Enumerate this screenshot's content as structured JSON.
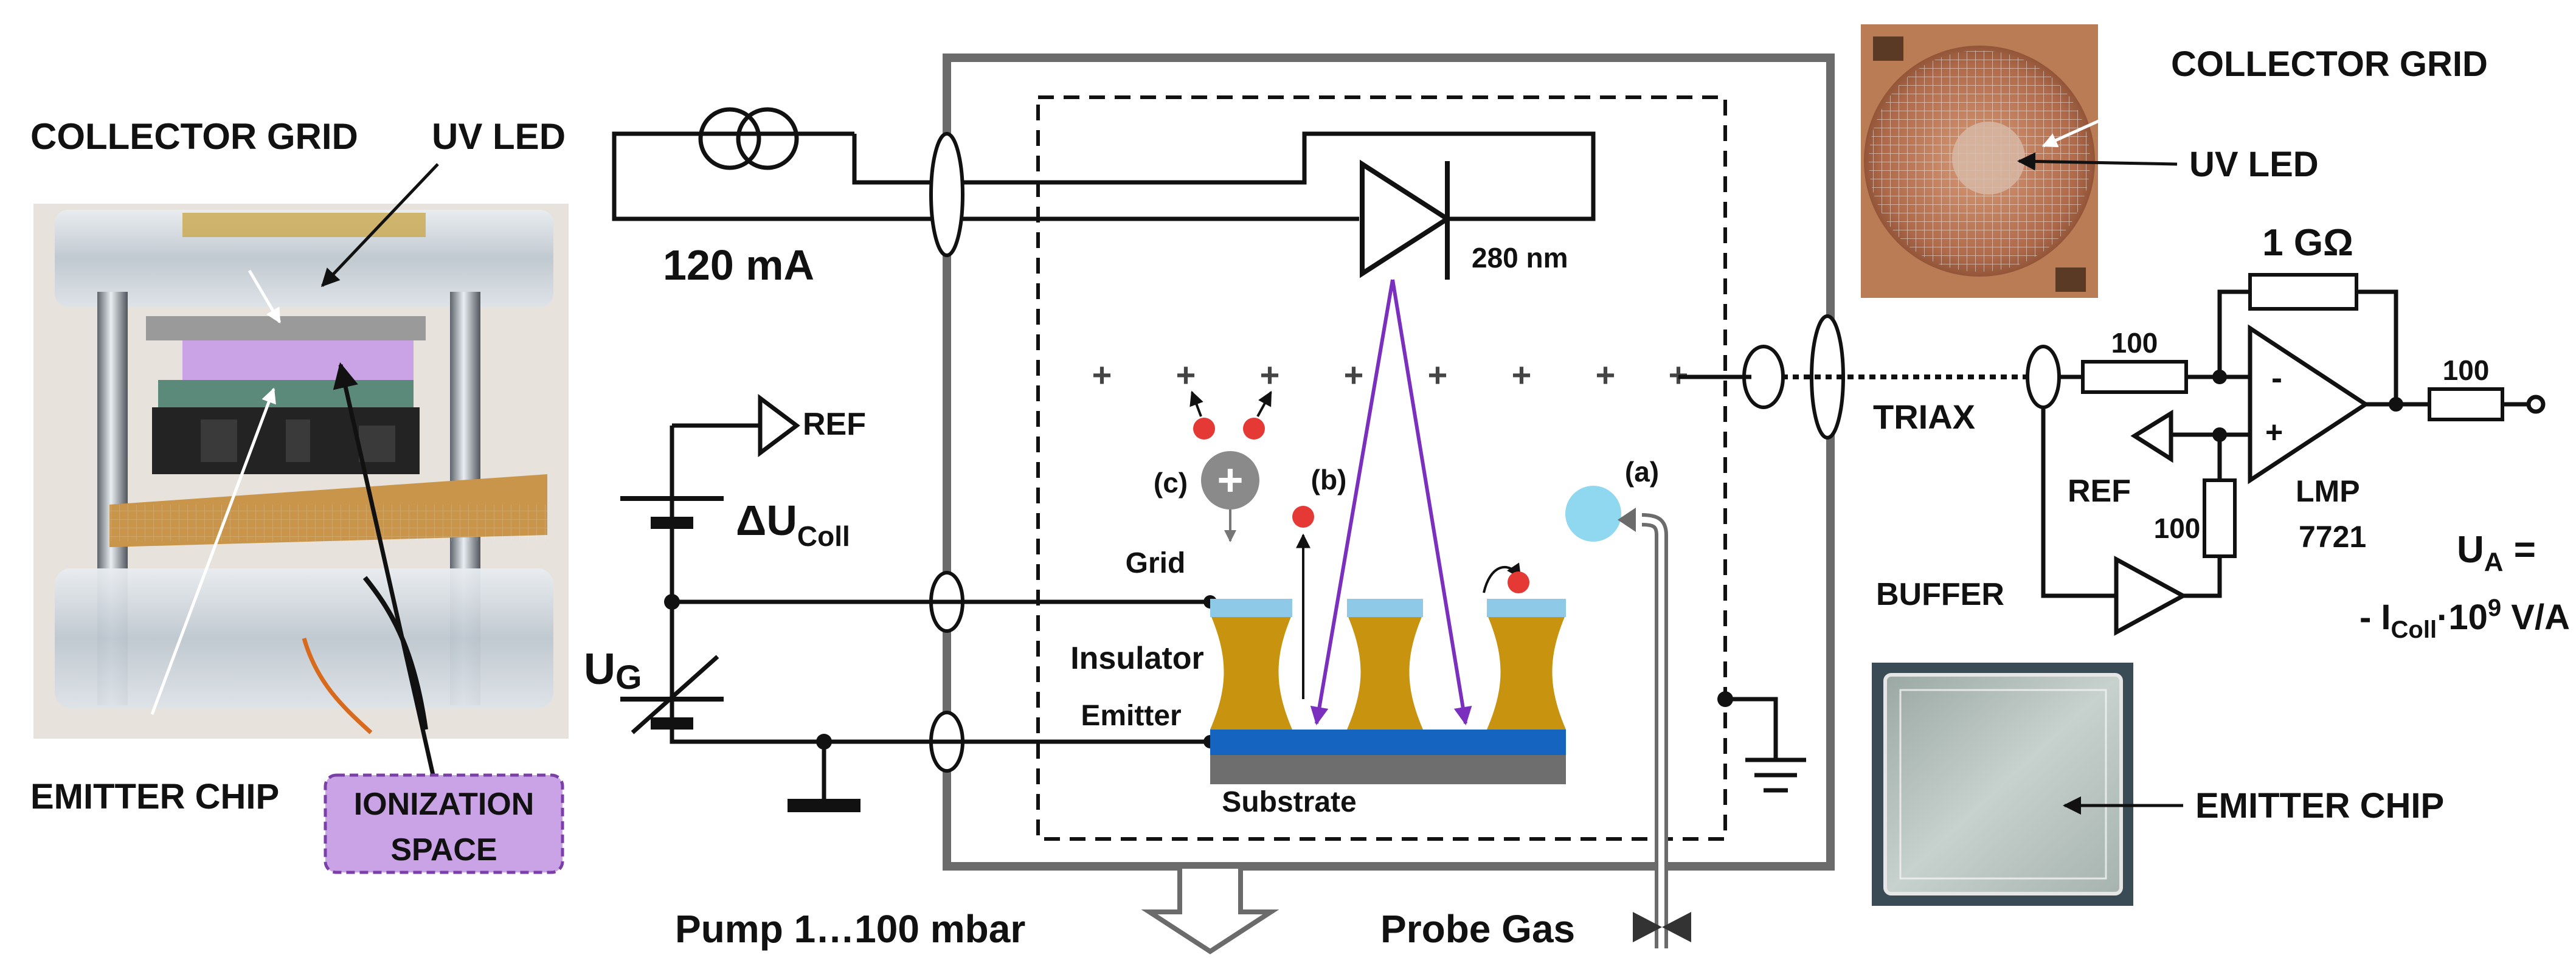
{
  "photo_left": {
    "label_collector_grid": "COLLECTOR GRID",
    "label_uv_led": "UV LED",
    "label_emitter_chip": "EMITTER CHIP",
    "label_ionization_line1": "IONIZATION",
    "label_ionization_line2": "SPACE"
  },
  "circuit": {
    "current": "120 mA",
    "wavelength": "280 nm",
    "ref_left": "REF",
    "delta_u_main": "ΔU",
    "delta_u_sub": "Coll",
    "ug_main": "U",
    "ug_sub": "G",
    "grid": "Grid",
    "insulator": "Insulator",
    "emitter": "Emitter",
    "substrate": "Substrate",
    "label_a": "(a)",
    "label_b": "(b)",
    "label_c": "(c)",
    "pump": "Pump 1…100 mbar",
    "probe_gas": "Probe Gas",
    "triax": "TRIAX"
  },
  "amplifier": {
    "r_feedback": "1 GΩ",
    "r_in": "100",
    "r_out": "100",
    "r_buf": "100",
    "minus": "-",
    "plus": "+",
    "ref": "REF",
    "lmp1": "LMP",
    "lmp2": "7721",
    "buffer": "BUFFER",
    "ua_main": "U",
    "ua_sub": "A",
    "ua_eq": " =",
    "formula_a": "- I",
    "formula_sub": "Coll",
    "formula_b": "·10",
    "formula_sup": "9",
    "formula_c": " V/A"
  },
  "photo_right": {
    "label_collector_grid": "COLLECTOR GRID",
    "label_uv_led": "UV LED",
    "label_emitter_chip": "EMITTER CHIP"
  },
  "colors": {
    "wire": "#111111",
    "housing": "#6b6b6b",
    "grid_blue": "#8fc9e8",
    "insulator_gold": "#c8930e",
    "emitter_blue": "#1565c0",
    "substrate_gray": "#6e6e6e",
    "ray_purple": "#7b2fbe",
    "electron_red": "#e53935",
    "ion_gray": "#8a8a8a",
    "molecule_blue": "#8fd8f0",
    "ionization_purple": "#c9a3e6"
  }
}
